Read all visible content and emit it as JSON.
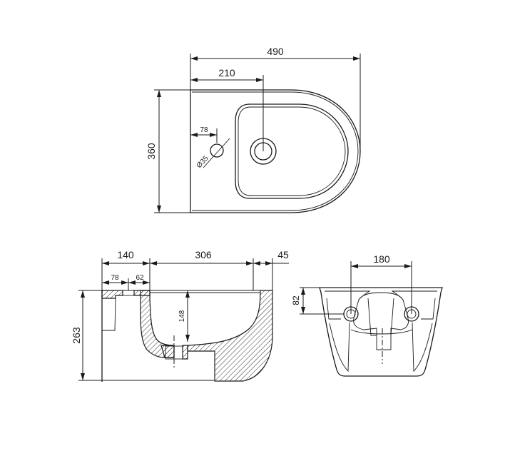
{
  "drawing": {
    "subject": "wall-hung bidet",
    "units": "mm",
    "line_color": "#1a1a1a",
    "background": "#ffffff"
  },
  "top_view": {
    "dimensions": {
      "overall_depth": "490",
      "tap_hole_to_drain": "210",
      "width": "360",
      "tap_hole_offset": "78",
      "tap_hole_diameter": "Ø35"
    }
  },
  "side_section_view": {
    "dimensions": {
      "rear_section": "140",
      "bowl_length": "306",
      "front_rim": "45",
      "tap_hole_offset": "78",
      "tap_hole_to_bowl": "62",
      "height": "263",
      "bowl_depth": "148"
    }
  },
  "rear_view": {
    "dimensions": {
      "fixing_hole_spacing": "180",
      "fixing_hole_height": "82"
    }
  }
}
